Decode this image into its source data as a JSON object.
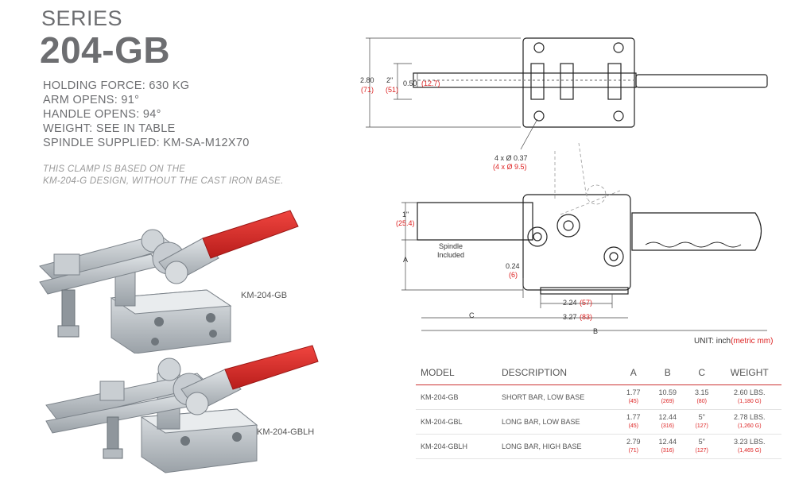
{
  "header": {
    "series_label": "SERIES",
    "model": "204-GB"
  },
  "specs": [
    "HOLDING FORCE: 630 KG",
    "ARM OPENS: 91°",
    "HANDLE OPENS: 94°",
    "WEIGHT: SEE IN TABLE",
    "SPINDLE SUPPLIED: KM-SA-M12X70"
  ],
  "note": [
    "THIS CLAMP IS BASED ON THE",
    "KM-204-G DESIGN, WITHOUT THE CAST IRON BASE."
  ],
  "products": [
    {
      "label": "KM-204-GB"
    },
    {
      "label": "KM-204-GBLH"
    }
  ],
  "drawing": {
    "dims": {
      "h280": "2.80",
      "h280_mm": "(71)",
      "h2": "2\"",
      "h2_mm": "(51)",
      "d050": "0.50",
      "d050_mm": "(12.7)",
      "holes": "4 x Ø 0.37",
      "holes_mm": "(4 x Ø 9.5)",
      "d1": "1\"",
      "d1_mm": "(25.4)",
      "spindle_1": "Spindle",
      "spindle_2": "Included",
      "A": "A",
      "d024": "0.24",
      "d024_mm": "(6)",
      "d224": "2.24",
      "d224_mm": "(57)",
      "C": "C",
      "d327": "3.27",
      "d327_mm": "(83)",
      "B": "B"
    },
    "unit_prefix": "UNIT: inch",
    "unit_metric": "(metric mm)"
  },
  "table": {
    "headers": [
      "MODEL",
      "DESCRIPTION",
      "A",
      "B",
      "C",
      "WEIGHT"
    ],
    "rows": [
      {
        "model": "KM-204-GB",
        "description": "SHORT BAR, LOW BASE",
        "a": "1.77",
        "a_mm": "(45)",
        "b": "10.59",
        "b_mm": "(269)",
        "c": "3.15",
        "c_mm": "(80)",
        "weight": "2.60 LBS.",
        "weight_g": "(1,180 G)"
      },
      {
        "model": "KM-204-GBL",
        "description": "LONG BAR, LOW BASE",
        "a": "1.77",
        "a_mm": "(45)",
        "b": "12.44",
        "b_mm": "(316)",
        "c": "5\"",
        "c_mm": "(127)",
        "weight": "2.78 LBS.",
        "weight_g": "(1,260 G)"
      },
      {
        "model": "KM-204-GBLH",
        "description": "LONG BAR, HIGH BASE",
        "a": "2.79",
        "a_mm": "(71)",
        "b": "12.44",
        "b_mm": "(316)",
        "c": "5\"",
        "c_mm": "(127)",
        "weight": "3.23 LBS.",
        "weight_g": "(1,465 G)"
      }
    ]
  },
  "colors": {
    "handle_red": "#e0312f",
    "metric_red": "#dd2222",
    "title_gray": "#6d6e71"
  }
}
